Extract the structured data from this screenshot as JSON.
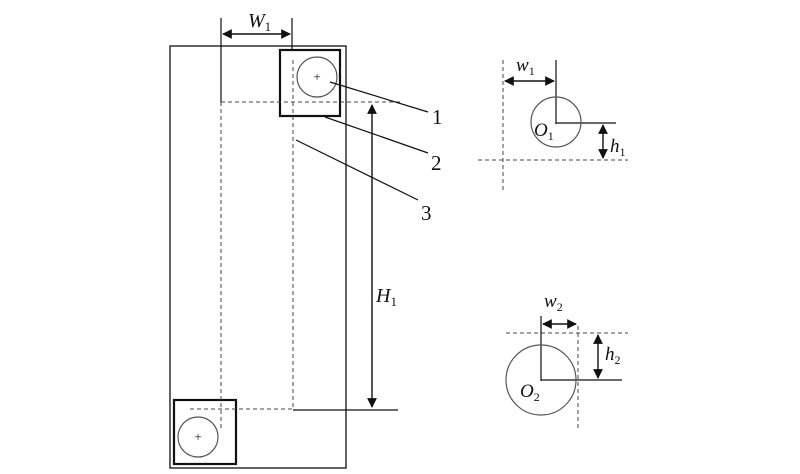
{
  "labels": {
    "W": "W",
    "W_sub": "1",
    "H": "H",
    "H_sub": "1",
    "callout1": "1",
    "callout2": "2",
    "callout3": "3",
    "w1": "w",
    "w1_sub": "1",
    "h1": "h",
    "h1_sub": "1",
    "O1": "O",
    "O1_sub": "1",
    "w2": "w",
    "w2_sub": "2",
    "h2": "h",
    "h2_sub": "2",
    "O2": "O",
    "O2_sub": "2",
    "center_mark": "+"
  },
  "colors": {
    "line": "#111111",
    "circle": "#555555",
    "dash": "#444444"
  }
}
